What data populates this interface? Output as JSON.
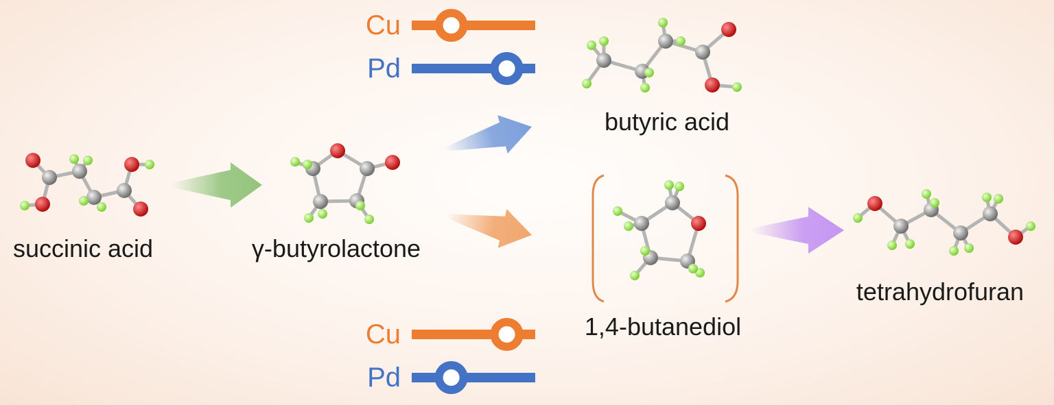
{
  "colors": {
    "cu": "#ed7d31",
    "pd": "#4472c4",
    "carbon": "#9a9a9a",
    "oxygen": "#e32222",
    "hydrogen": "#a6ee5a",
    "bond": "#b4b4b4",
    "bracket": "#e0884a",
    "arrow_green": "#94c47d",
    "arrow_blue": "#7c9fdc",
    "arrow_orange": "#f1a66d",
    "arrow_purple": "#c596f2"
  },
  "labels": {
    "succinic_acid": "succinic acid",
    "gbl": "γ-butyrolactone",
    "butyric_acid": "butyric acid",
    "butanediol": "1,4-butanediol",
    "thf": "tetrahydrofuran"
  },
  "metals": {
    "top": [
      {
        "name": "Cu",
        "color_key": "cu",
        "level": 0.32
      },
      {
        "name": "Pd",
        "color_key": "pd",
        "level": 0.77
      }
    ],
    "bottom": [
      {
        "name": "Cu",
        "color_key": "cu",
        "level": 0.77
      },
      {
        "name": "Pd",
        "color_key": "pd",
        "level": 0.32
      }
    ]
  },
  "arrows": [
    {
      "name": "succinic-to-gbl-arrow",
      "color_key": "arrow_green"
    },
    {
      "name": "gbl-to-butyric-arrow",
      "color_key": "arrow_blue"
    },
    {
      "name": "gbl-to-butanediol-arrow",
      "color_key": "arrow_orange"
    },
    {
      "name": "butanediol-to-thf-arrow",
      "color_key": "arrow_purple"
    }
  ]
}
